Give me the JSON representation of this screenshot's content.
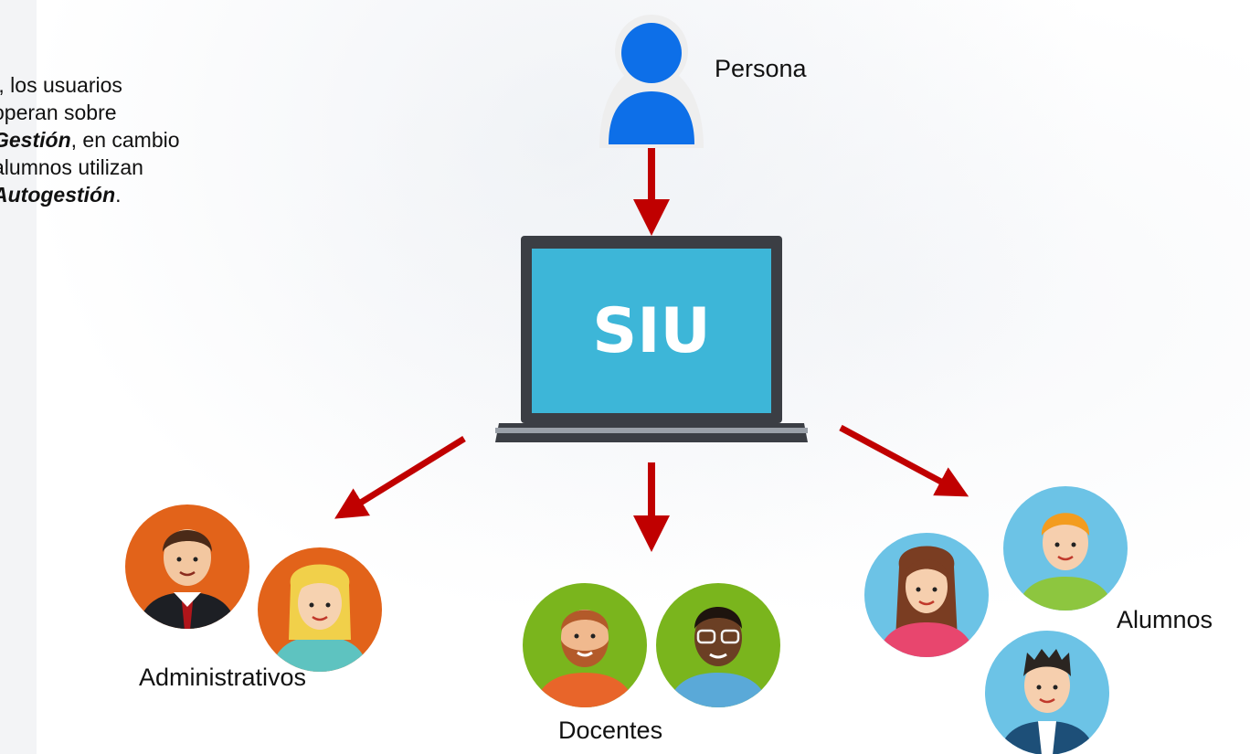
{
  "intro": {
    "line1": "í, los usuarios",
    "line2": " operan sobre",
    "line3_bold": "Gestión",
    "line3_rest": ", en cambio",
    "line4": "alumnos utilizan",
    "line5_bold": "Autogestión",
    "line5_rest": "."
  },
  "nodes": {
    "persona": "Persona",
    "system": "SIU",
    "administrativos": "Administrativos",
    "docentes": "Docentes",
    "alumnos": "Alumnos"
  },
  "colors": {
    "arrow": "#c00000",
    "person_icon": "#0d6fe8",
    "screen": "#3db6d8",
    "laptop_frame": "#3b3e44",
    "admin_bg": "#e2631a",
    "docentes_bg": "#7ab51d",
    "alumnos_bg": "#6cc3e6"
  }
}
